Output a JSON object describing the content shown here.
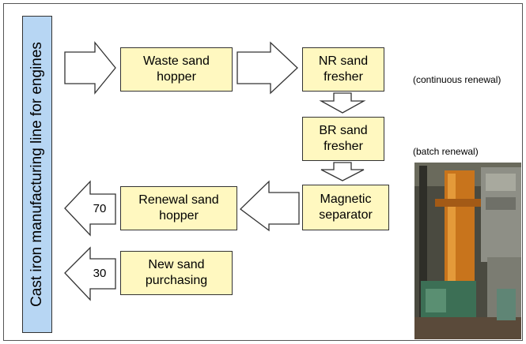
{
  "diagram": {
    "vertical_label": "Cast iron manufacturing line for engines",
    "boxes": {
      "waste_sand_hopper": "Waste sand\nhopper",
      "nr_sand_fresher": "NR sand\nfresher",
      "br_sand_fresher": "BR sand\nfresher",
      "magnetic_separator": "Magnetic\nseparator",
      "renewal_sand_hopper": "Renewal sand\nhopper",
      "new_sand_purchasing": "New sand\npurchasing"
    },
    "notes": {
      "continuous": "(continuous renewal)",
      "batch": "(batch renewal)"
    },
    "flow_values": {
      "renewal": "70",
      "new": "30"
    }
  },
  "colors": {
    "box_fill": "#fff8c0",
    "bar_fill": "#b7d6f3"
  }
}
